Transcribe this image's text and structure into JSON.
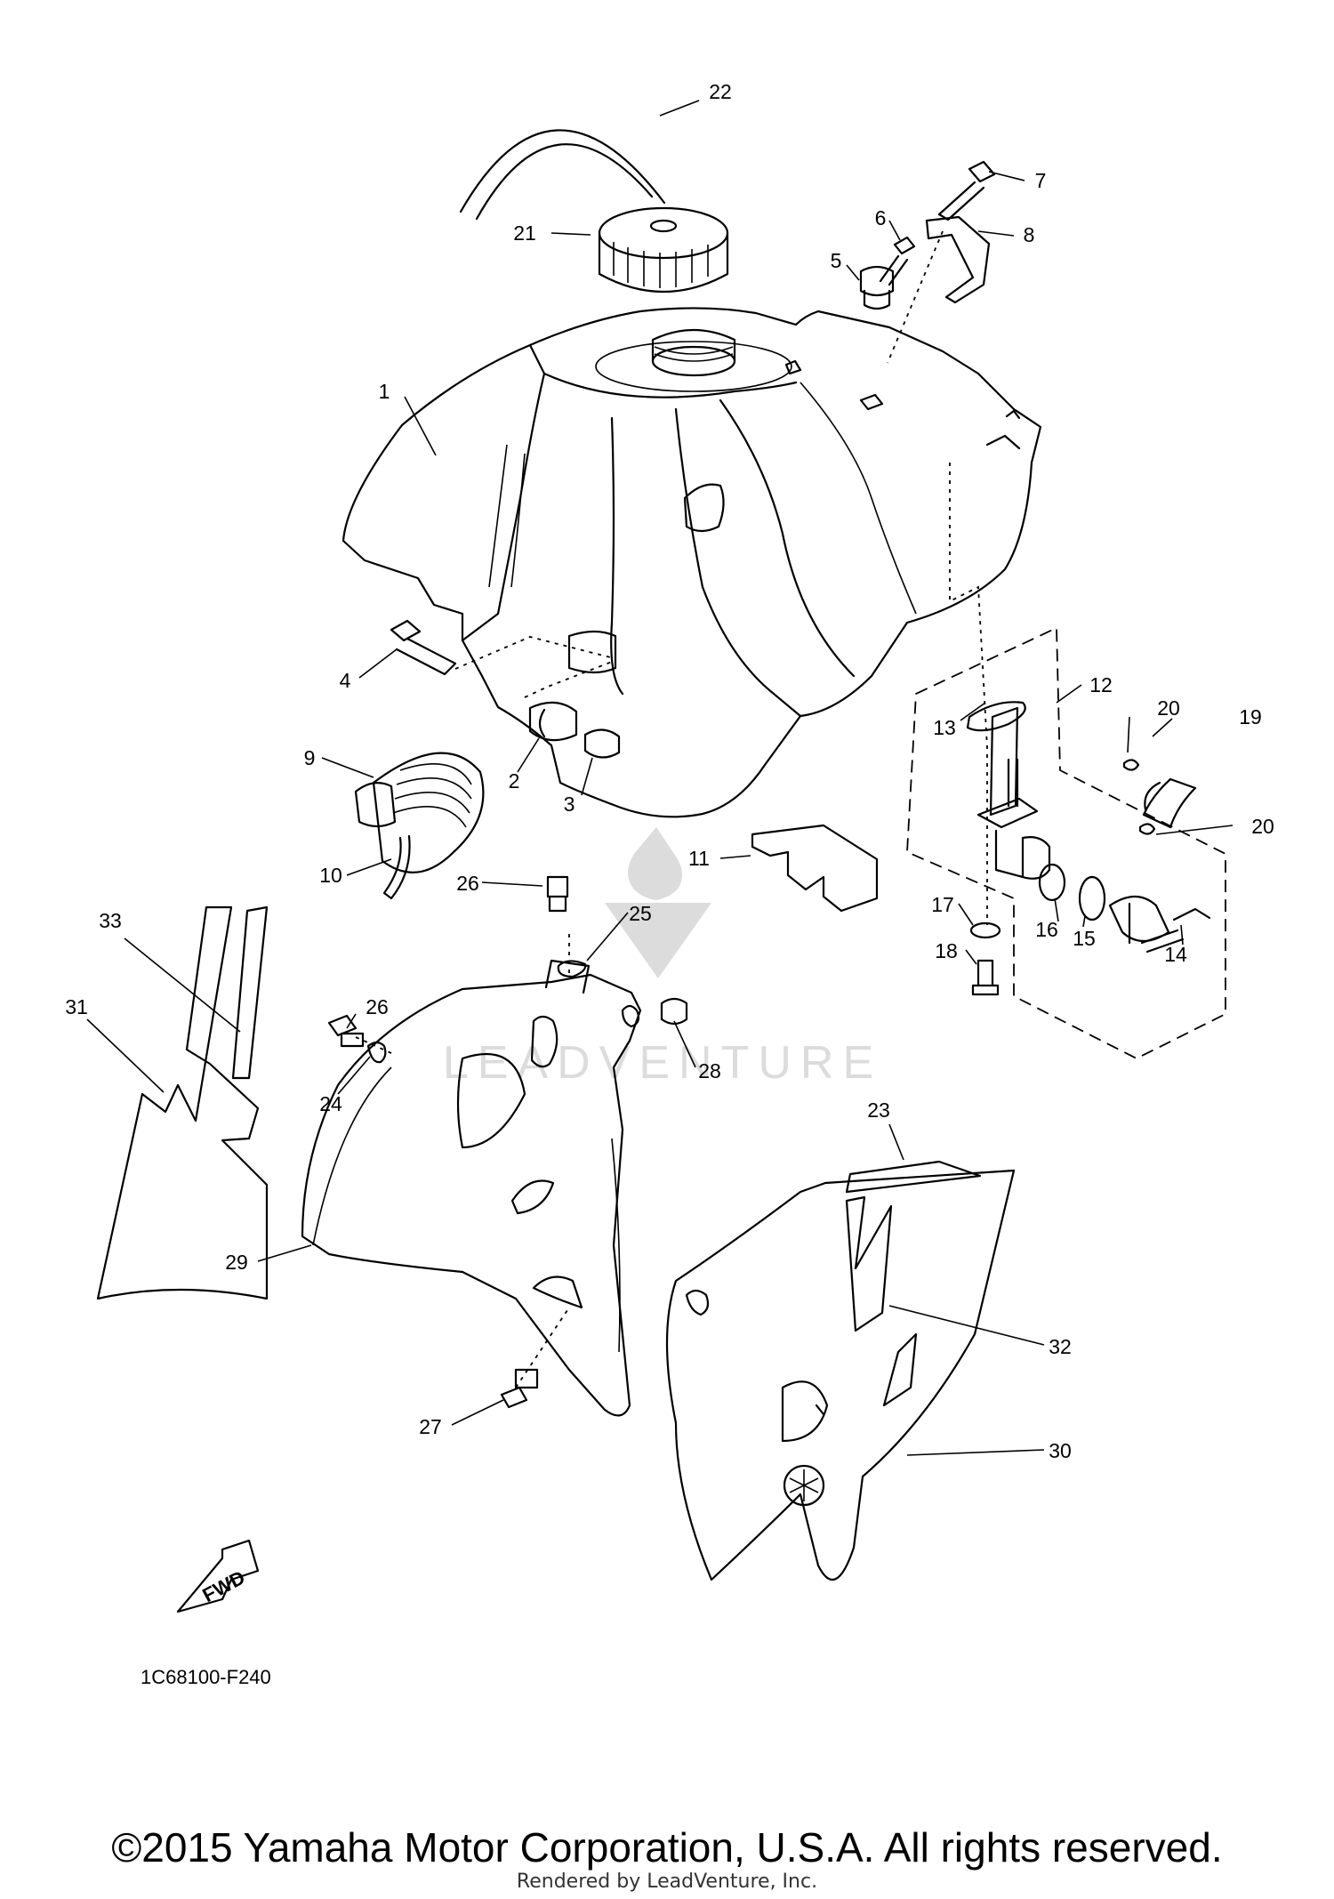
{
  "diagram": {
    "callouts": [
      "1",
      "2",
      "3",
      "4",
      "5",
      "6",
      "7",
      "8",
      "9",
      "10",
      "11",
      "12",
      "13",
      "14",
      "15",
      "16",
      "17",
      "18",
      "19",
      "20",
      "20",
      "21",
      "22",
      "23",
      "24",
      "25",
      "26",
      "26",
      "27",
      "28",
      "29",
      "30",
      "31",
      "32",
      "33"
    ],
    "fwd_label": "FWD",
    "drawing_code": "1C68100-F240",
    "watermark": "LEADVENTURE"
  },
  "footer": {
    "copyright": "©2015 Yamaha Motor Corporation, U.S.A. All rights reserved.",
    "rendered_by": "Rendered by LeadVenture, Inc."
  }
}
